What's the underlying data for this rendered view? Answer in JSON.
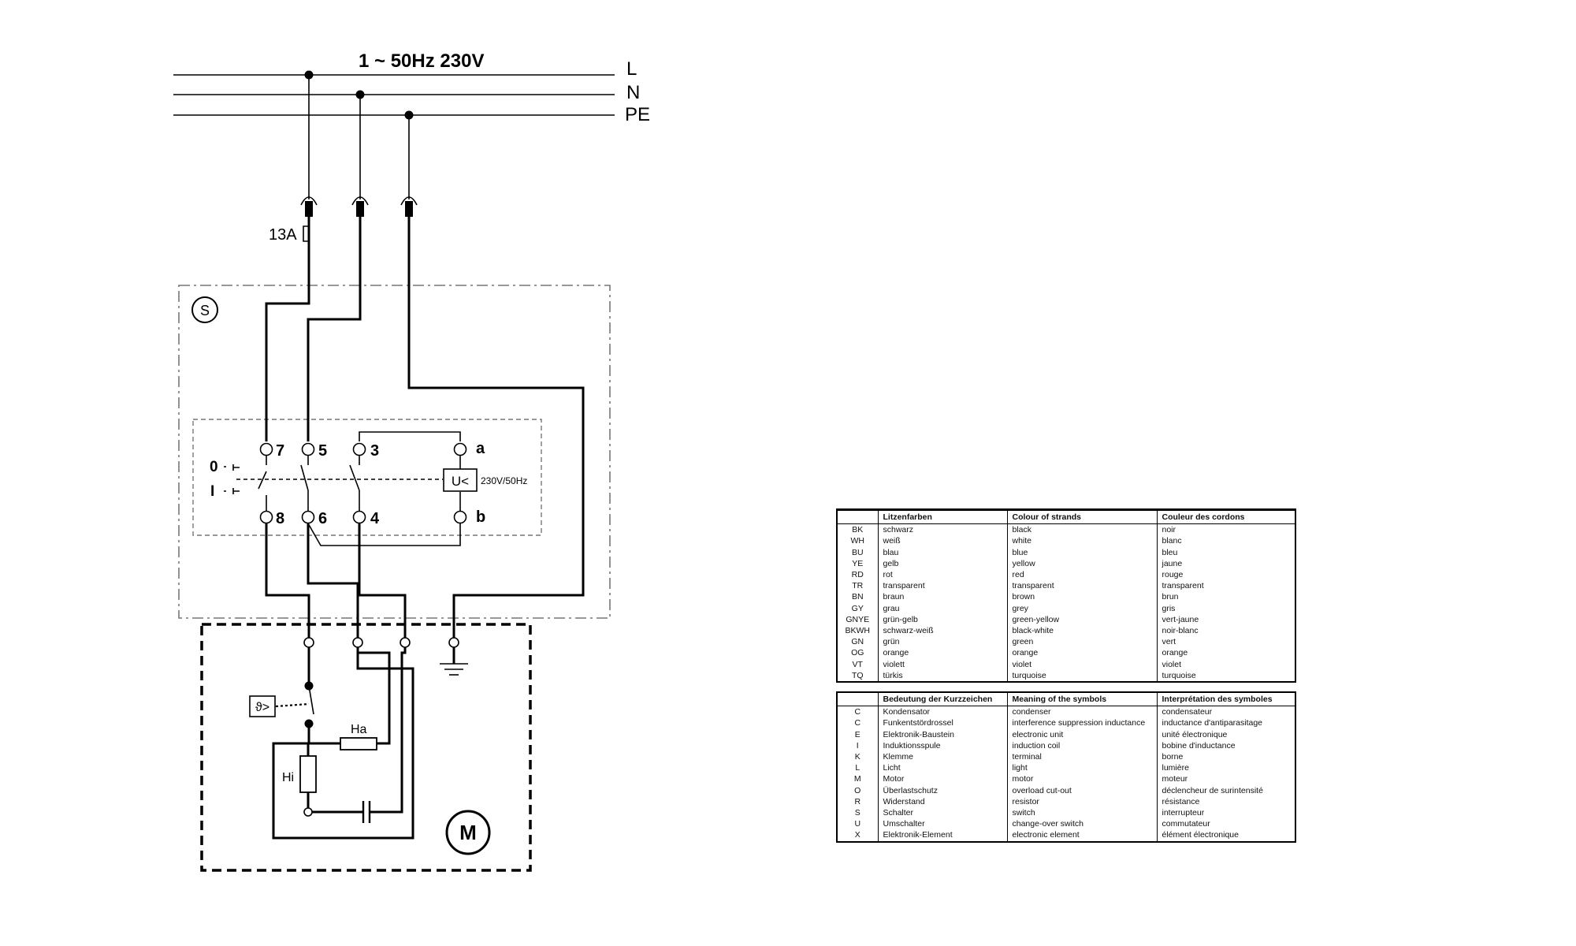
{
  "supply": {
    "label": "1 ~ 50Hz 230V",
    "lines": [
      "L",
      "N",
      "PE"
    ]
  },
  "fuse": {
    "label": "13A"
  },
  "switch_box": {
    "label": "S"
  },
  "terminals": {
    "t7": "7",
    "t5": "5",
    "t3": "3",
    "ta": "a",
    "t8": "8",
    "t6": "6",
    "t4": "4",
    "tb": "b"
  },
  "switch_positions": {
    "off": "0",
    "on": "I"
  },
  "undervoltage": {
    "symbol": "U<",
    "rating": "230V/50Hz"
  },
  "thermal": {
    "symbol": "ϑ>"
  },
  "windings": {
    "main": "Ha",
    "aux": "Hi"
  },
  "motor": {
    "label": "M"
  },
  "colour_table": {
    "headers": [
      "",
      "Litzenfarben",
      "Colour of strands",
      "Couleur des cordons"
    ],
    "rows": [
      [
        "BK",
        "schwarz",
        "black",
        "noir"
      ],
      [
        "WH",
        "weiß",
        "white",
        "blanc"
      ],
      [
        "BU",
        "blau",
        "blue",
        "bleu"
      ],
      [
        "YE",
        "gelb",
        "yellow",
        "jaune"
      ],
      [
        "RD",
        "rot",
        "red",
        "rouge"
      ],
      [
        "TR",
        "transparent",
        "transparent",
        "transparent"
      ],
      [
        "BN",
        "braun",
        "brown",
        "brun"
      ],
      [
        "GY",
        "grau",
        "grey",
        "gris"
      ],
      [
        "GNYE",
        "grün-gelb",
        "green-yellow",
        "vert-jaune"
      ],
      [
        "BKWH",
        "schwarz-weiß",
        "black-white",
        "noir-blanc"
      ],
      [
        "GN",
        "grün",
        "green",
        "vert"
      ],
      [
        "OG",
        "orange",
        "orange",
        "orange"
      ],
      [
        "VT",
        "violett",
        "violet",
        "violet"
      ],
      [
        "TQ",
        "türkis",
        "turquoise",
        "turquoise"
      ]
    ]
  },
  "symbol_table": {
    "headers": [
      "",
      "Bedeutung der Kurzzeichen",
      "Meaning of the symbols",
      "Interprétation des symboles"
    ],
    "rows": [
      [
        "C",
        "Kondensator",
        "condenser",
        "condensateur"
      ],
      [
        "C",
        "Funkentstördrossel",
        "interference suppression inductance",
        "inductance d'antiparasitage"
      ],
      [
        "E",
        "Elektronik-Baustein",
        "electronic unit",
        "unité électronique"
      ],
      [
        "I",
        "Induktionsspule",
        "induction coil",
        "bobine d'inductance"
      ],
      [
        "K",
        "Klemme",
        "terminal",
        "borne"
      ],
      [
        "L",
        "Licht",
        "light",
        "lumière"
      ],
      [
        "M",
        "Motor",
        "motor",
        "moteur"
      ],
      [
        "O",
        "Überlastschutz",
        "overload cut-out",
        "déclencheur de surintensité"
      ],
      [
        "R",
        "Widerstand",
        "resistor",
        "résistance"
      ],
      [
        "S",
        "Schalter",
        "switch",
        "interrupteur"
      ],
      [
        "U",
        "Umschalter",
        "change-over switch",
        "commutateur"
      ],
      [
        "X",
        "Elektronik-Element",
        "electronic element",
        "élément électronique"
      ]
    ]
  }
}
